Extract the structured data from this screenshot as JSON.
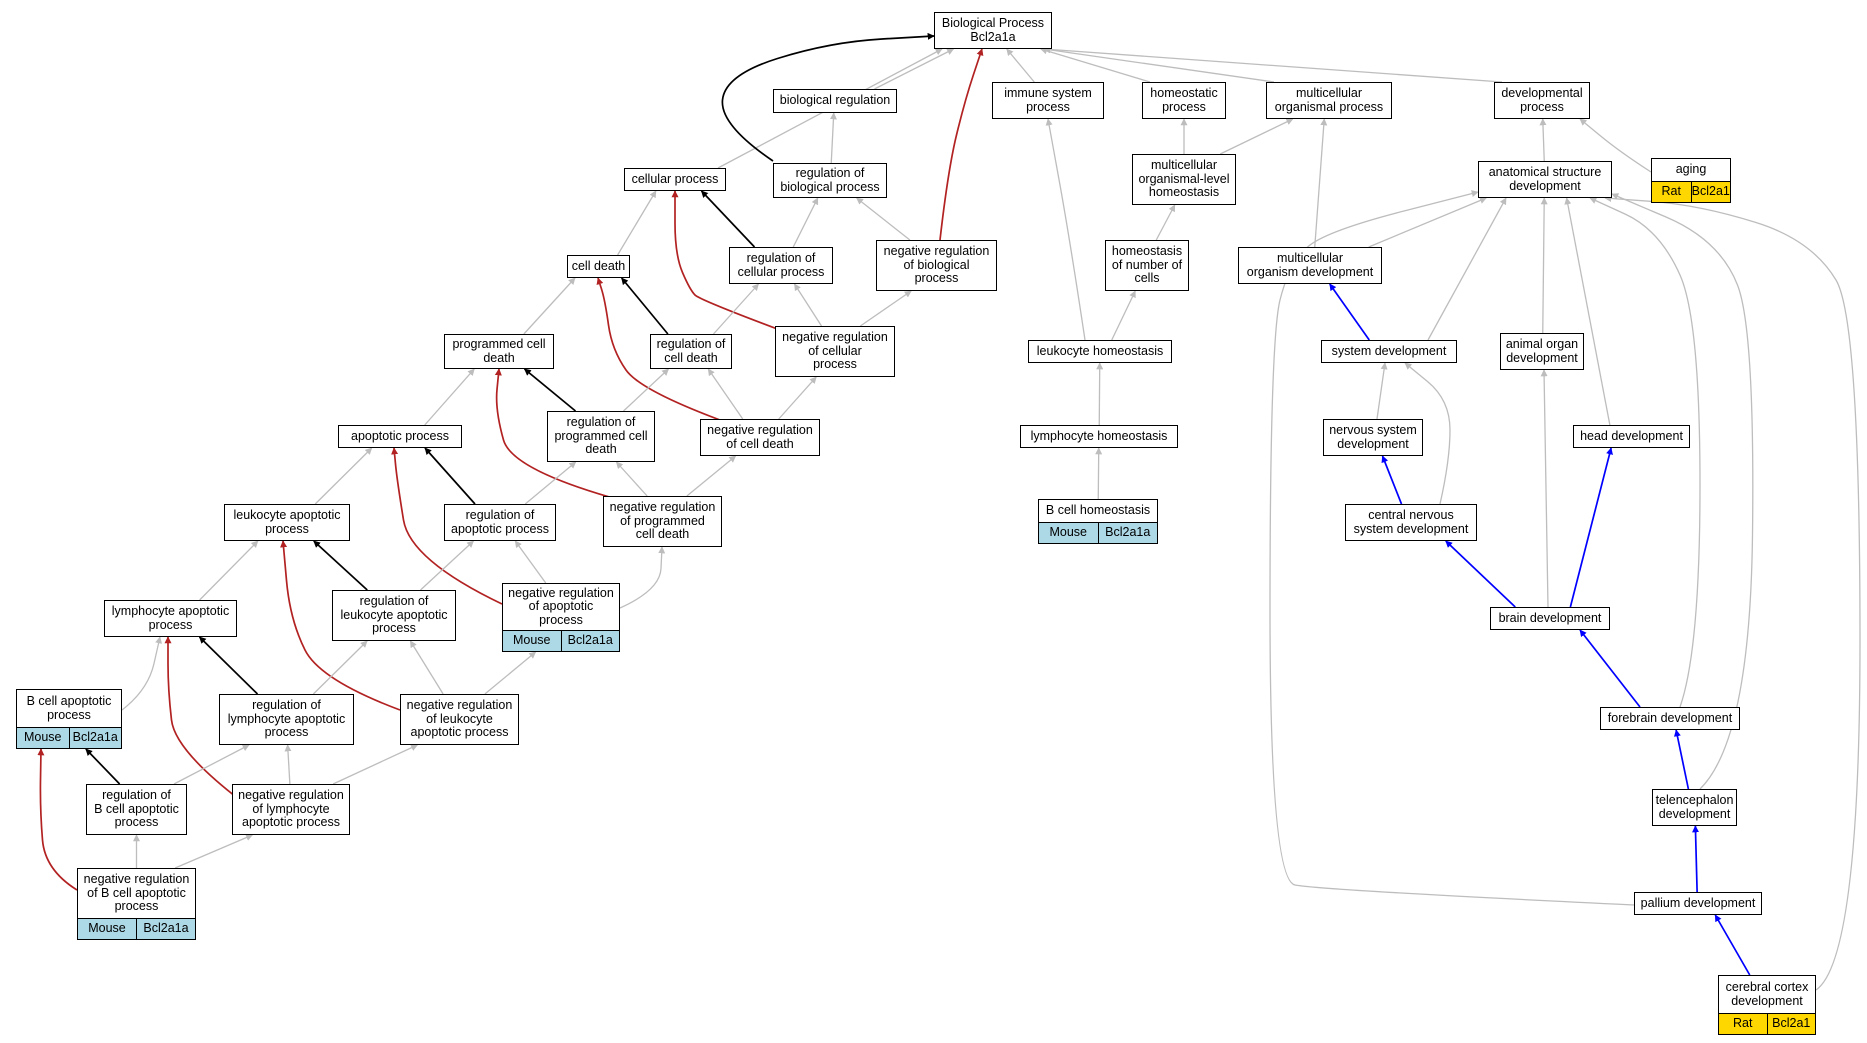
{
  "colors": {
    "is_a": "#bdbdbd",
    "regulates": "#000000",
    "negatively_regulates": "#b22222",
    "part_of": "#0000ff",
    "mouse": "#add8e6",
    "rat": "#ffd700"
  },
  "nodes": [
    {
      "id": "bp",
      "label": "Biological Process\nBcl2a1a"
    },
    {
      "id": "bioreg",
      "label": "biological regulation"
    },
    {
      "id": "immune",
      "label": "immune system\nprocess"
    },
    {
      "id": "homeostatic",
      "label": "homeostatic\nprocess"
    },
    {
      "id": "multiorg",
      "label": "multicellular\norganismal process"
    },
    {
      "id": "devproc",
      "label": "developmental\nprocess"
    },
    {
      "id": "aging",
      "label": "aging",
      "tags": [
        {
          "species": "Rat",
          "gene": "Bcl2a1"
        }
      ]
    },
    {
      "id": "cellproc",
      "label": "cellular process"
    },
    {
      "id": "regbio",
      "label": "regulation of\nbiological process"
    },
    {
      "id": "multihomeo",
      "label": "multicellular\norganismal-level\nhomeostasis"
    },
    {
      "id": "anatdev",
      "label": "anatomical structure\ndevelopment"
    },
    {
      "id": "celldeath",
      "label": "cell death"
    },
    {
      "id": "regcell",
      "label": "regulation of\ncellular process"
    },
    {
      "id": "negregbio",
      "label": "negative regulation\nof biological\nprocess"
    },
    {
      "id": "homeocells",
      "label": "homeostasis\nof number of\ncells"
    },
    {
      "id": "multidev",
      "label": "multicellular\norganism development"
    },
    {
      "id": "pcd",
      "label": "programmed cell\ndeath"
    },
    {
      "id": "regcd",
      "label": "regulation of\ncell death"
    },
    {
      "id": "negregcell",
      "label": "negative regulation\nof cellular\nprocess"
    },
    {
      "id": "leukhomeo",
      "label": "leukocyte homeostasis"
    },
    {
      "id": "sysdev",
      "label": "system development"
    },
    {
      "id": "organdev",
      "label": "animal organ\ndevelopment"
    },
    {
      "id": "apop",
      "label": "apoptotic process"
    },
    {
      "id": "regpcd",
      "label": "regulation of\nprogrammed cell\ndeath"
    },
    {
      "id": "negregcd",
      "label": "negative regulation\nof cell death"
    },
    {
      "id": "lymphhomeo",
      "label": "lymphocyte homeostasis"
    },
    {
      "id": "nsdev",
      "label": "nervous system\ndevelopment"
    },
    {
      "id": "headdev",
      "label": "head development"
    },
    {
      "id": "leukapop",
      "label": "leukocyte apoptotic\nprocess"
    },
    {
      "id": "regapop",
      "label": "regulation of\napoptotic process"
    },
    {
      "id": "negregpcd",
      "label": "negative regulation\nof programmed\ncell death"
    },
    {
      "id": "bcellhomeo",
      "label": "B cell homeostasis",
      "tags": [
        {
          "species": "Mouse",
          "gene": "Bcl2a1a"
        }
      ]
    },
    {
      "id": "cnsdev",
      "label": "central nervous\nsystem development"
    },
    {
      "id": "lymphapop",
      "label": "lymphocyte apoptotic\nprocess"
    },
    {
      "id": "regleukapop",
      "label": "regulation of\nleukocyte apoptotic\nprocess"
    },
    {
      "id": "negregapop",
      "label": "negative regulation\nof apoptotic\nprocess",
      "tags": [
        {
          "species": "Mouse",
          "gene": "Bcl2a1a"
        }
      ]
    },
    {
      "id": "braindev",
      "label": "brain development"
    },
    {
      "id": "bcellapop",
      "label": "B cell apoptotic\nprocess",
      "tags": [
        {
          "species": "Mouse",
          "gene": "Bcl2a1a"
        }
      ]
    },
    {
      "id": "reglymphapop",
      "label": "regulation of\nlymphocyte apoptotic\nprocess"
    },
    {
      "id": "negregleukapop",
      "label": "negative regulation\nof leukocyte\napoptotic process"
    },
    {
      "id": "forebrain",
      "label": "forebrain development"
    },
    {
      "id": "regbcellapop",
      "label": "regulation of\nB cell apoptotic\nprocess"
    },
    {
      "id": "negreglymphapop",
      "label": "negative regulation\nof lymphocyte\napoptotic process"
    },
    {
      "id": "telen",
      "label": "telencephalon\ndevelopment"
    },
    {
      "id": "negregbcellapop",
      "label": "negative regulation\nof B cell apoptotic\nprocess",
      "tags": [
        {
          "species": "Mouse",
          "gene": "Bcl2a1a"
        }
      ]
    },
    {
      "id": "pallium",
      "label": "pallium development"
    },
    {
      "id": "cortex",
      "label": "cerebral cortex\ndevelopment",
      "tags": [
        {
          "species": "Rat",
          "gene": "Bcl2a1"
        }
      ]
    }
  ],
  "edges": [
    {
      "from": "bioreg",
      "to": "bp",
      "type": "is_a"
    },
    {
      "from": "cellproc",
      "to": "bp",
      "type": "is_a"
    },
    {
      "from": "regbio",
      "to": "bp",
      "type": "regulates"
    },
    {
      "from": "negregbio",
      "to": "bp",
      "type": "negatively_regulates"
    },
    {
      "from": "immune",
      "to": "bp",
      "type": "is_a"
    },
    {
      "from": "homeostatic",
      "to": "bp",
      "type": "is_a"
    },
    {
      "from": "multiorg",
      "to": "bp",
      "type": "is_a"
    },
    {
      "from": "devproc",
      "to": "bp",
      "type": "is_a"
    },
    {
      "from": "regbio",
      "to": "bioreg",
      "type": "is_a"
    },
    {
      "from": "regcell",
      "to": "cellproc",
      "type": "regulates"
    },
    {
      "from": "regcell",
      "to": "regbio",
      "type": "is_a"
    },
    {
      "from": "negregbio",
      "to": "regbio",
      "type": "is_a"
    },
    {
      "from": "celldeath",
      "to": "cellproc",
      "type": "is_a"
    },
    {
      "from": "negregcell",
      "to": "cellproc",
      "type": "negatively_regulates"
    },
    {
      "from": "negregcell",
      "to": "regcell",
      "type": "is_a"
    },
    {
      "from": "negregcell",
      "to": "negregbio",
      "type": "is_a"
    },
    {
      "from": "regcd",
      "to": "celldeath",
      "type": "regulates"
    },
    {
      "from": "regcd",
      "to": "regcell",
      "type": "is_a"
    },
    {
      "from": "negregcd",
      "to": "celldeath",
      "type": "negatively_regulates"
    },
    {
      "from": "negregcd",
      "to": "regcd",
      "type": "is_a"
    },
    {
      "from": "negregcd",
      "to": "negregcell",
      "type": "is_a"
    },
    {
      "from": "pcd",
      "to": "celldeath",
      "type": "is_a"
    },
    {
      "from": "regpcd",
      "to": "pcd",
      "type": "regulates"
    },
    {
      "from": "regpcd",
      "to": "regcd",
      "type": "is_a"
    },
    {
      "from": "negregpcd",
      "to": "pcd",
      "type": "negatively_regulates"
    },
    {
      "from": "negregpcd",
      "to": "regpcd",
      "type": "is_a"
    },
    {
      "from": "negregpcd",
      "to": "negregcd",
      "type": "is_a"
    },
    {
      "from": "apop",
      "to": "pcd",
      "type": "is_a"
    },
    {
      "from": "regapop",
      "to": "apop",
      "type": "regulates"
    },
    {
      "from": "regapop",
      "to": "regpcd",
      "type": "is_a"
    },
    {
      "from": "negregapop",
      "to": "apop",
      "type": "negatively_regulates"
    },
    {
      "from": "negregapop",
      "to": "regapop",
      "type": "is_a"
    },
    {
      "from": "negregapop",
      "to": "negregpcd",
      "type": "is_a"
    },
    {
      "from": "leukapop",
      "to": "apop",
      "type": "is_a"
    },
    {
      "from": "regleukapop",
      "to": "leukapop",
      "type": "regulates"
    },
    {
      "from": "regleukapop",
      "to": "regapop",
      "type": "is_a"
    },
    {
      "from": "negregleukapop",
      "to": "leukapop",
      "type": "negatively_regulates"
    },
    {
      "from": "negregleukapop",
      "to": "regleukapop",
      "type": "is_a"
    },
    {
      "from": "negregleukapop",
      "to": "negregapop",
      "type": "is_a"
    },
    {
      "from": "lymphapop",
      "to": "leukapop",
      "type": "is_a"
    },
    {
      "from": "reglymphapop",
      "to": "lymphapop",
      "type": "regulates"
    },
    {
      "from": "reglymphapop",
      "to": "regleukapop",
      "type": "is_a"
    },
    {
      "from": "negreglymphapop",
      "to": "lymphapop",
      "type": "negatively_regulates"
    },
    {
      "from": "negreglymphapop",
      "to": "reglymphapop",
      "type": "is_a"
    },
    {
      "from": "negreglymphapop",
      "to": "negregleukapop",
      "type": "is_a"
    },
    {
      "from": "bcellapop",
      "to": "lymphapop",
      "type": "is_a"
    },
    {
      "from": "regbcellapop",
      "to": "bcellapop",
      "type": "regulates"
    },
    {
      "from": "regbcellapop",
      "to": "reglymphapop",
      "type": "is_a"
    },
    {
      "from": "negregbcellapop",
      "to": "bcellapop",
      "type": "negatively_regulates"
    },
    {
      "from": "negregbcellapop",
      "to": "regbcellapop",
      "type": "is_a"
    },
    {
      "from": "negregbcellapop",
      "to": "negreglymphapop",
      "type": "is_a"
    },
    {
      "from": "leukhomeo",
      "to": "immune",
      "type": "is_a"
    },
    {
      "from": "multihomeo",
      "to": "homeostatic",
      "type": "is_a"
    },
    {
      "from": "multihomeo",
      "to": "multiorg",
      "type": "is_a"
    },
    {
      "from": "homeocells",
      "to": "multihomeo",
      "type": "is_a"
    },
    {
      "from": "leukhomeo",
      "to": "homeocells",
      "type": "is_a"
    },
    {
      "from": "lymphhomeo",
      "to": "leukhomeo",
      "type": "is_a"
    },
    {
      "from": "bcellhomeo",
      "to": "lymphhomeo",
      "type": "is_a"
    },
    {
      "from": "multidev",
      "to": "multiorg",
      "type": "is_a"
    },
    {
      "from": "anatdev",
      "to": "devproc",
      "type": "is_a"
    },
    {
      "from": "aging",
      "to": "devproc",
      "type": "is_a"
    },
    {
      "from": "multidev",
      "to": "anatdev",
      "type": "is_a"
    },
    {
      "from": "sysdev",
      "to": "multidev",
      "type": "part_of"
    },
    {
      "from": "sysdev",
      "to": "anatdev",
      "type": "is_a"
    },
    {
      "from": "organdev",
      "to": "anatdev",
      "type": "is_a"
    },
    {
      "from": "headdev",
      "to": "anatdev",
      "type": "is_a"
    },
    {
      "from": "nsdev",
      "to": "sysdev",
      "type": "is_a"
    },
    {
      "from": "cnsdev",
      "to": "nsdev",
      "type": "part_of"
    },
    {
      "from": "cnsdev",
      "to": "sysdev",
      "type": "is_a"
    },
    {
      "from": "braindev",
      "to": "cnsdev",
      "type": "part_of"
    },
    {
      "from": "braindev",
      "to": "organdev",
      "type": "is_a"
    },
    {
      "from": "braindev",
      "to": "headdev",
      "type": "part_of"
    },
    {
      "from": "forebrain",
      "to": "braindev",
      "type": "part_of"
    },
    {
      "from": "forebrain",
      "to": "anatdev",
      "type": "is_a"
    },
    {
      "from": "telen",
      "to": "forebrain",
      "type": "part_of"
    },
    {
      "from": "telen",
      "to": "anatdev",
      "type": "is_a"
    },
    {
      "from": "pallium",
      "to": "telen",
      "type": "part_of"
    },
    {
      "from": "pallium",
      "to": "anatdev",
      "type": "is_a"
    },
    {
      "from": "cortex",
      "to": "pallium",
      "type": "part_of"
    },
    {
      "from": "cortex",
      "to": "anatdev",
      "type": "is_a"
    }
  ]
}
